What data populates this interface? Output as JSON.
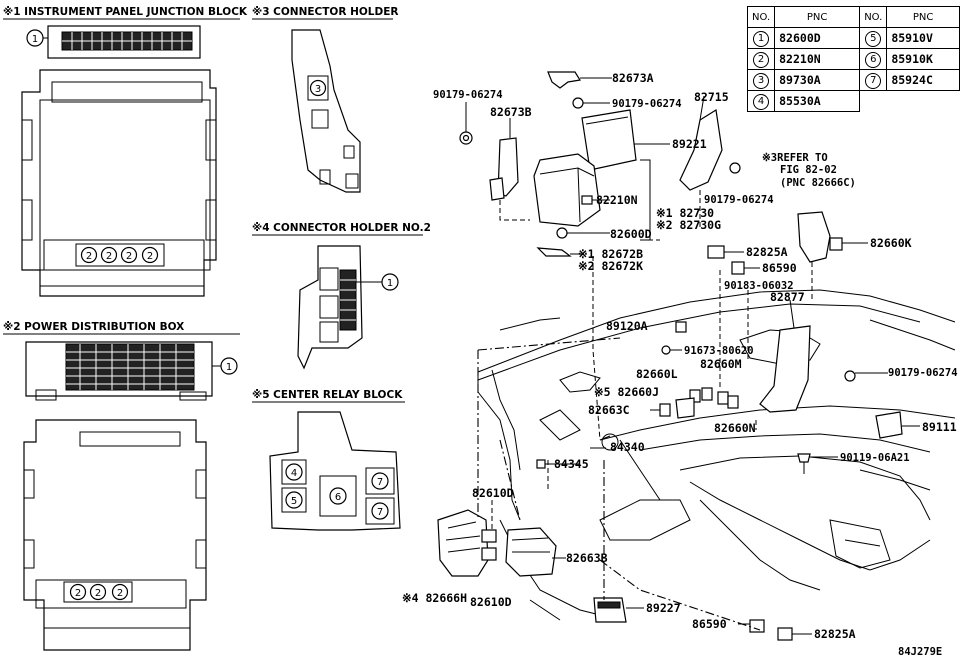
{
  "sections": {
    "ipjb": "※1 INSTRUMENT PANEL JUNCTION BLOCK",
    "connector_holder": "※3 CONNECTOR HOLDER",
    "connector_holder_2": "※4 CONNECTOR HOLDER NO.2",
    "power_dist": "※2 POWER DISTRIBUTION BOX",
    "center_relay": "※5 CENTER RELAY BLOCK"
  },
  "table": {
    "headers": [
      "NO.",
      "PNC",
      "NO.",
      "PNC"
    ],
    "rows": [
      [
        "1",
        "82600D",
        "5",
        "85910V"
      ],
      [
        "2",
        "82210N",
        "6",
        "85910K"
      ],
      [
        "3",
        "89730A",
        "7",
        "85924C"
      ],
      [
        "4",
        "85530A",
        "",
        ""
      ]
    ]
  },
  "marker_numbers": {
    "one": "1",
    "two": "2",
    "three": "3",
    "four": "4",
    "five": "5",
    "six": "6",
    "seven": "7"
  },
  "refer_note": [
    "※3REFER TO",
    "FIG 82-02",
    "(PNC 82666C)"
  ],
  "labels": {
    "l82673A": "82673A",
    "l90179_a": "90179-06274",
    "l90179_b": "90179-06274",
    "l82673B": "82673B",
    "l82715": "82715",
    "l89221": "89221",
    "l90179_c": "90179-06274",
    "l82210N": "82210N",
    "l82730": "※1 82730",
    "l82730G": "※2 82730G",
    "l82600D": "82600D",
    "l82672B": "※1 82672B",
    "l82672K": "※2 82672K",
    "l82825A_top": "82825A",
    "l86590_top": "86590",
    "l82660K": "82660K",
    "l90183": "90183-06032",
    "l82877": "82877",
    "l89120A": "89120A",
    "l91673": "91673-80620",
    "l82660M": "82660M",
    "l82660L": "82660L",
    "l82660J": "※5 82660J",
    "l90179_d": "90179-06274",
    "l82663C": "82663C",
    "l89111": "89111",
    "l82660N": "82660N",
    "l84340": "84340",
    "l84345": "84345",
    "l90119": "90119-06A21",
    "l82610D_a": "82610D",
    "l82663B": "82663B",
    "l82666H": "※4 82666H",
    "l82610D_b": "82610D",
    "l89227": "89227",
    "l86590_bot": "86590",
    "l82825A_bot": "82825A",
    "figure_id": "84J279E"
  }
}
